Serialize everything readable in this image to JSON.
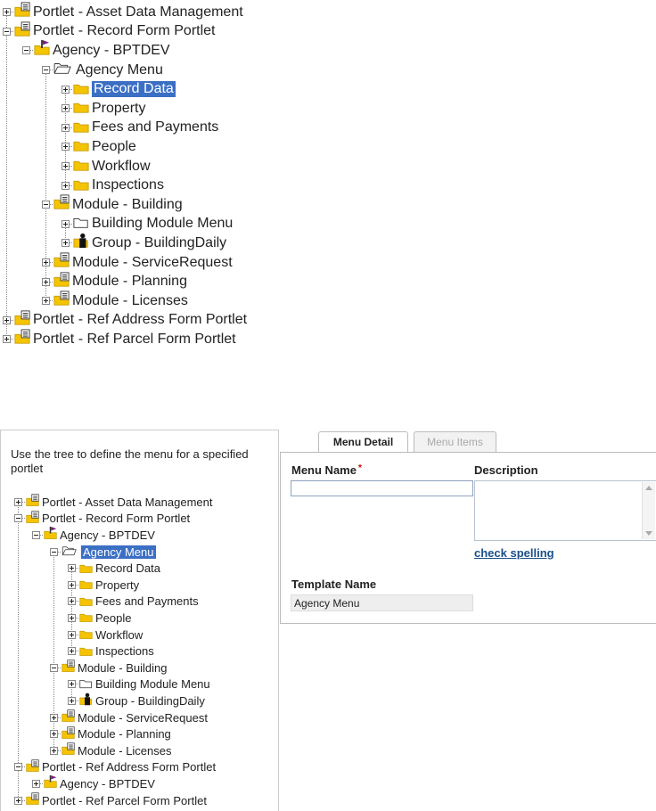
{
  "top_tree": {
    "items": [
      {
        "label": "Portlet - Asset Data Management",
        "icon": "portlet-folder-icon",
        "toggle": "plus",
        "level": 0
      },
      {
        "label": "Portlet - Record Form Portlet",
        "icon": "portlet-folder-icon",
        "toggle": "minus",
        "level": 0
      },
      {
        "label": "Agency - BPTDEV",
        "icon": "agency-folder-icon",
        "toggle": "minus",
        "level": 1
      },
      {
        "label": "Agency Menu",
        "icon": "open-folder-icon",
        "toggle": "minus",
        "level": 2
      },
      {
        "label": "Record Data",
        "icon": "folder-icon",
        "toggle": "plus",
        "level": 3,
        "selected": true
      },
      {
        "label": "Property",
        "icon": "folder-icon",
        "toggle": "plus",
        "level": 3
      },
      {
        "label": "Fees and Payments",
        "icon": "folder-icon",
        "toggle": "plus",
        "level": 3
      },
      {
        "label": "People",
        "icon": "folder-icon",
        "toggle": "plus",
        "level": 3
      },
      {
        "label": "Workflow",
        "icon": "folder-icon",
        "toggle": "plus",
        "level": 3
      },
      {
        "label": "Inspections",
        "icon": "folder-icon",
        "toggle": "plus",
        "level": 3
      },
      {
        "label": "Module - Building",
        "icon": "module-folder-icon",
        "toggle": "minus",
        "level": 2
      },
      {
        "label": "Building Module Menu",
        "icon": "empty-folder-icon",
        "toggle": "plus",
        "level": 3
      },
      {
        "label": "Group - BuildingDaily",
        "icon": "group-person-icon",
        "toggle": "plus",
        "level": 3
      },
      {
        "label": "Module - ServiceRequest",
        "icon": "module-folder-icon",
        "toggle": "plus",
        "level": 2
      },
      {
        "label": "Module - Planning",
        "icon": "module-folder-icon",
        "toggle": "plus",
        "level": 2
      },
      {
        "label": "Module - Licenses",
        "icon": "module-folder-icon",
        "toggle": "plus",
        "level": 2
      },
      {
        "label": "Portlet - Ref Address Form Portlet",
        "icon": "portlet-folder-icon",
        "toggle": "plus",
        "level": 0
      },
      {
        "label": "Portlet - Ref Parcel Form Portlet",
        "icon": "portlet-folder-icon",
        "toggle": "plus",
        "level": 0
      }
    ]
  },
  "left_panel": {
    "instruction": "Use the tree to define the menu for a specified portlet",
    "items": [
      {
        "label": "Portlet - Asset Data Management",
        "icon": "portlet-folder-icon",
        "toggle": "plus",
        "level": 0
      },
      {
        "label": "Portlet - Record Form Portlet",
        "icon": "portlet-folder-icon",
        "toggle": "minus",
        "level": 0
      },
      {
        "label": "Agency - BPTDEV",
        "icon": "agency-folder-icon",
        "toggle": "minus",
        "level": 1
      },
      {
        "label": "Agency Menu",
        "icon": "open-folder-icon",
        "toggle": "minus",
        "level": 2,
        "selected": true
      },
      {
        "label": "Record Data",
        "icon": "folder-icon",
        "toggle": "plus",
        "level": 3
      },
      {
        "label": "Property",
        "icon": "folder-icon",
        "toggle": "plus",
        "level": 3
      },
      {
        "label": "Fees and Payments",
        "icon": "folder-icon",
        "toggle": "plus",
        "level": 3
      },
      {
        "label": "People",
        "icon": "folder-icon",
        "toggle": "plus",
        "level": 3
      },
      {
        "label": "Workflow",
        "icon": "folder-icon",
        "toggle": "plus",
        "level": 3
      },
      {
        "label": "Inspections",
        "icon": "folder-icon",
        "toggle": "plus",
        "level": 3
      },
      {
        "label": "Module - Building",
        "icon": "module-folder-icon",
        "toggle": "minus",
        "level": 2
      },
      {
        "label": "Building Module Menu",
        "icon": "empty-folder-icon",
        "toggle": "plus",
        "level": 3
      },
      {
        "label": "Group - BuildingDaily",
        "icon": "group-person-icon",
        "toggle": "plus",
        "level": 3
      },
      {
        "label": "Module - ServiceRequest",
        "icon": "module-folder-icon",
        "toggle": "plus",
        "level": 2
      },
      {
        "label": "Module - Planning",
        "icon": "module-folder-icon",
        "toggle": "plus",
        "level": 2
      },
      {
        "label": "Module - Licenses",
        "icon": "module-folder-icon",
        "toggle": "plus",
        "level": 2
      },
      {
        "label": "Portlet - Ref Address Form Portlet",
        "icon": "portlet-folder-icon",
        "toggle": "minus",
        "level": 0
      },
      {
        "label": "Agency - BPTDEV",
        "icon": "agency-folder-icon",
        "toggle": "plus",
        "level": 1
      },
      {
        "label": "Portlet - Ref Parcel Form Portlet",
        "icon": "portlet-folder-icon",
        "toggle": "plus",
        "level": 0
      }
    ]
  },
  "tabs": [
    {
      "label": "Menu Detail",
      "active": true
    },
    {
      "label": "Menu Items",
      "active": false
    }
  ],
  "form": {
    "menu_name_label": "Menu Name",
    "required_mark": "*",
    "menu_name_value": "",
    "description_label": "Description",
    "description_value": "",
    "check_spelling": "check spelling",
    "template_name_label": "Template Name",
    "template_name_value": "Agency Menu"
  },
  "colors": {
    "selection": "#3b6fc4",
    "folder_yellow": "#f5c400",
    "link_blue": "#1a4e8a",
    "required_red": "#cc0000"
  }
}
